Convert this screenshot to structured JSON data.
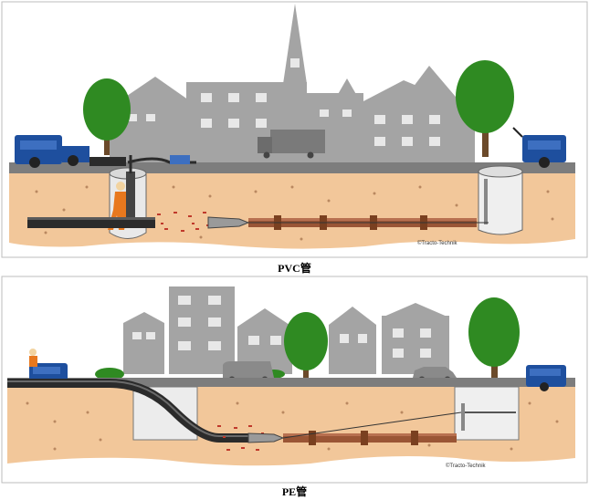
{
  "panels": [
    {
      "caption": "PVC管",
      "credit": "©Tracto-Technik"
    },
    {
      "caption": "PE管",
      "credit": "©Tracto-Technik"
    }
  ],
  "colors": {
    "sky": "#ffffff",
    "houses": "#a4a4a4",
    "soil": "#f2c79a",
    "surface": "#7d7d7d",
    "machine": "#1e4f9e",
    "tree": "#2f8a22",
    "old_pipe": "#9a5535",
    "new_pipe": "#2b2b2b"
  }
}
